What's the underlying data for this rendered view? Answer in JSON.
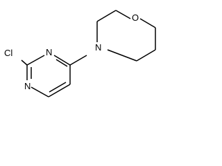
{
  "structure": {
    "atoms": [
      {
        "id": "Cl",
        "symbol": "Cl"
      },
      {
        "id": "N1",
        "symbol": "N"
      },
      {
        "id": "N3",
        "symbol": "N"
      },
      {
        "id": "N_morph",
        "symbol": "N"
      },
      {
        "id": "O",
        "symbol": "O"
      }
    ],
    "colors": {
      "bond": "#000000",
      "text": "#000000",
      "background": "#ffffff"
    }
  }
}
